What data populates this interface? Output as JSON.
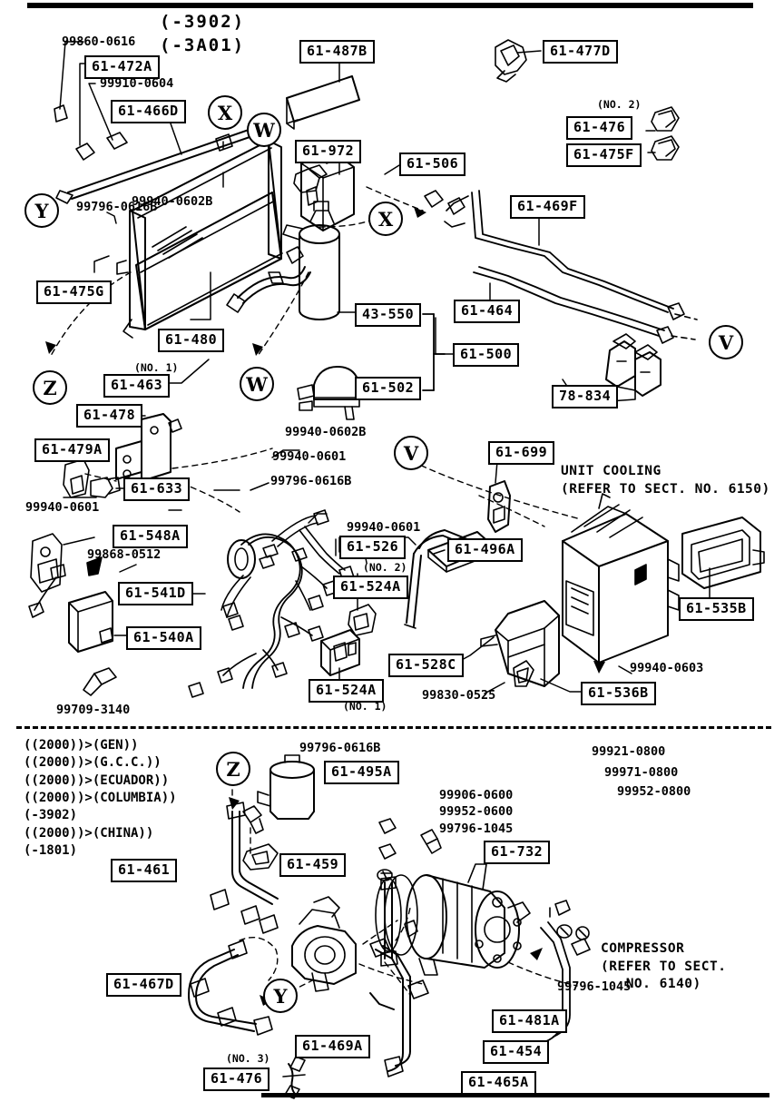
{
  "sheet": {
    "title_lines": [
      "(-3902)",
      "(-3A01)"
    ],
    "unit_cooling_ref": "UNIT COOLING\n(REFER TO SECT. NO. 6150)",
    "compressor_ref": "COMPRESSOR\n(REFER TO SECT.\n   NO. 6140)",
    "application_list": "((2000))>(GEN))\n((2000))>(G.C.C.))\n((2000))>(ECUADOR))\n((2000))>(COLUMBIA))\n(-3902)\n((2000))>(CHINA))\n(-1801)"
  },
  "top_section": {
    "boxed_parts": [
      {
        "id": "p-61-472A",
        "label": "61-472A"
      },
      {
        "id": "p-61-466D",
        "label": "61-466D"
      },
      {
        "id": "p-61-487B",
        "label": "61-487B"
      },
      {
        "id": "p-61-477D",
        "label": "61-477D"
      },
      {
        "id": "p-61-476-2",
        "label": "61-476"
      },
      {
        "id": "p-61-475F",
        "label": "61-475F"
      },
      {
        "id": "p-61-972",
        "label": "61-972"
      },
      {
        "id": "p-61-506",
        "label": "61-506"
      },
      {
        "id": "p-61-469F",
        "label": "61-469F"
      },
      {
        "id": "p-61-475G",
        "label": "61-475G"
      },
      {
        "id": "p-61-480",
        "label": "61-480"
      },
      {
        "id": "p-43-550",
        "label": "43-550"
      },
      {
        "id": "p-61-464",
        "label": "61-464"
      },
      {
        "id": "p-61-500",
        "label": "61-500"
      },
      {
        "id": "p-61-502",
        "label": "61-502"
      },
      {
        "id": "p-78-834",
        "label": "78-834"
      },
      {
        "id": "p-61-463",
        "label": "61-463"
      },
      {
        "id": "p-61-478",
        "label": "61-478"
      },
      {
        "id": "p-61-479A",
        "label": "61-479A"
      },
      {
        "id": "p-61-633",
        "label": "61-633"
      },
      {
        "id": "p-61-699",
        "label": "61-699"
      },
      {
        "id": "p-61-548A",
        "label": "61-548A"
      },
      {
        "id": "p-61-541D",
        "label": "61-541D"
      },
      {
        "id": "p-61-540A",
        "label": "61-540A"
      },
      {
        "id": "p-61-526",
        "label": "61-526"
      },
      {
        "id": "p-61-524A-2",
        "label": "61-524A"
      },
      {
        "id": "p-61-524A-1",
        "label": "61-524A"
      },
      {
        "id": "p-61-496A",
        "label": "61-496A"
      },
      {
        "id": "p-61-535B",
        "label": "61-535B"
      },
      {
        "id": "p-61-528C",
        "label": "61-528C"
      },
      {
        "id": "p-61-536B",
        "label": "61-536B"
      }
    ],
    "hardware_numbers": [
      {
        "id": "h-99860-0616",
        "label": "99860-0616"
      },
      {
        "id": "h-99910-0604",
        "label": "99910-0604"
      },
      {
        "id": "h-99940-0602B-a",
        "label": "99940-0602B"
      },
      {
        "id": "h-99796-0616B-a",
        "label": "99796-0616B"
      },
      {
        "id": "h-99940-0602B-b",
        "label": "99940-0602B"
      },
      {
        "id": "h-99940-0601-a",
        "label": "99940-0601"
      },
      {
        "id": "h-99796-0616B-b",
        "label": "99796-0616B"
      },
      {
        "id": "h-99940-0601-b",
        "label": "99940-0601"
      },
      {
        "id": "h-99940-0601-c",
        "label": "99940-0601"
      },
      {
        "id": "h-99868-0512",
        "label": "99868-0512"
      },
      {
        "id": "h-99709-3140",
        "label": "99709-3140"
      },
      {
        "id": "h-99940-0603",
        "label": "99940-0603"
      },
      {
        "id": "h-99830-0525",
        "label": "99830-0525"
      }
    ],
    "sub_notes": [
      {
        "id": "n-no2-475",
        "label": "(NO. 2)"
      },
      {
        "id": "n-no1-463",
        "label": "(NO. 1)"
      },
      {
        "id": "n-no2-524",
        "label": "(NO. 2)"
      },
      {
        "id": "n-no1-524",
        "label": "(NO. 1)"
      }
    ],
    "ref_circles": [
      {
        "id": "c-x-1",
        "label": "X"
      },
      {
        "id": "c-w-1",
        "label": "W"
      },
      {
        "id": "c-y-1",
        "label": "Y"
      },
      {
        "id": "c-x-2",
        "label": "X"
      },
      {
        "id": "c-z-1",
        "label": "Z"
      },
      {
        "id": "c-w-2",
        "label": "W"
      },
      {
        "id": "c-v-1",
        "label": "V"
      },
      {
        "id": "c-v-2",
        "label": "V"
      }
    ]
  },
  "bottom_section": {
    "boxed_parts": [
      {
        "id": "p-61-495A",
        "label": "61-495A"
      },
      {
        "id": "p-61-461",
        "label": "61-461"
      },
      {
        "id": "p-61-459",
        "label": "61-459"
      },
      {
        "id": "p-61-732",
        "label": "61-732"
      },
      {
        "id": "p-61-467D",
        "label": "61-467D"
      },
      {
        "id": "p-61-469A",
        "label": "61-469A"
      },
      {
        "id": "p-61-481A",
        "label": "61-481A"
      },
      {
        "id": "p-61-454",
        "label": "61-454"
      },
      {
        "id": "p-61-465A",
        "label": "61-465A"
      },
      {
        "id": "p-61-476-3",
        "label": "61-476"
      }
    ],
    "hardware_numbers": [
      {
        "id": "bh-99796-0616B",
        "label": "99796-0616B"
      },
      {
        "id": "bh-99921-0800",
        "label": "99921-0800"
      },
      {
        "id": "bh-99971-0800",
        "label": "99971-0800"
      },
      {
        "id": "bh-99952-0800",
        "label": "99952-0800"
      },
      {
        "id": "bh-99906-0600",
        "label": "99906-0600"
      },
      {
        "id": "bh-99952-0600",
        "label": "99952-0600"
      },
      {
        "id": "bh-99796-1045-a",
        "label": "99796-1045"
      },
      {
        "id": "bh-99796-1045-b",
        "label": "99796-1045"
      }
    ],
    "sub_notes": [
      {
        "id": "bn-no3",
        "label": "(NO. 3)"
      }
    ],
    "ref_circles": [
      {
        "id": "bc-z",
        "label": "Z"
      },
      {
        "id": "bc-y",
        "label": "Y"
      }
    ]
  }
}
